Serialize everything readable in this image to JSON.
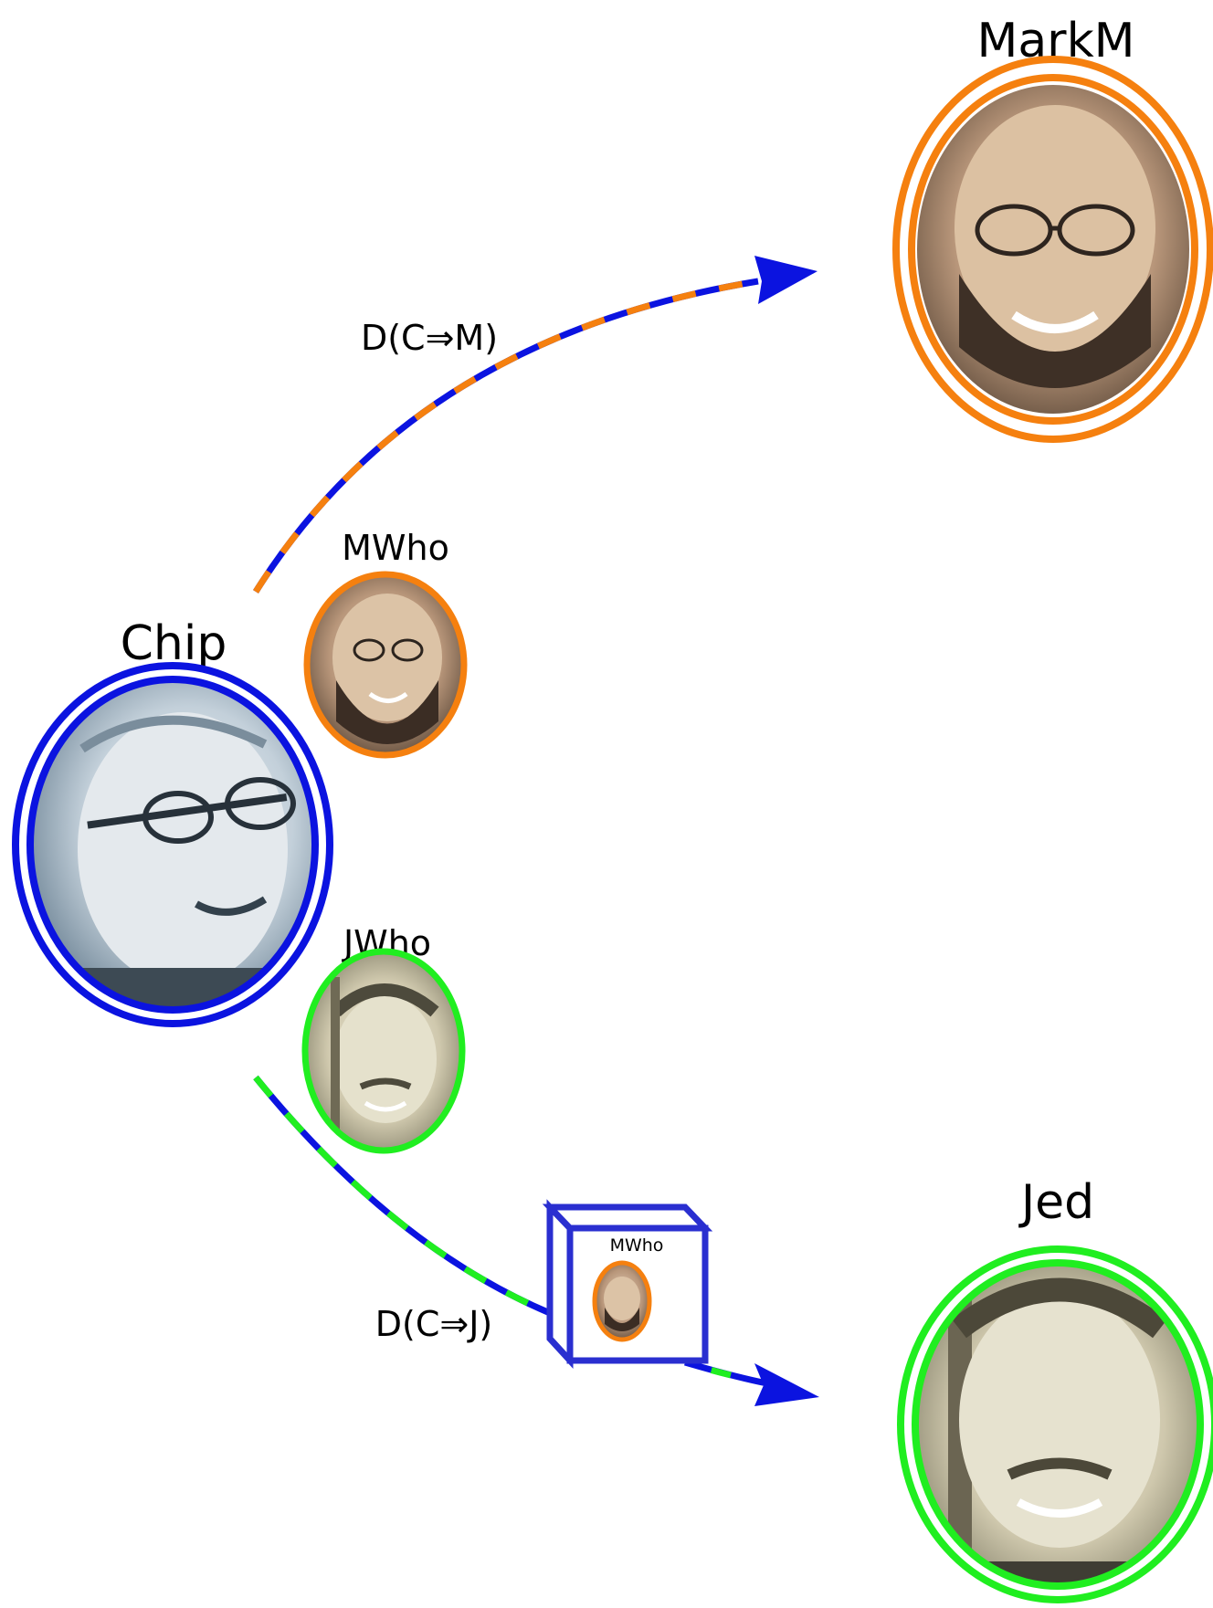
{
  "nodes": {
    "chip": {
      "label": "Chip",
      "ring_color": "#0b13e0"
    },
    "markm": {
      "label": "MarkM",
      "ring_color": "#f5800f"
    },
    "jed": {
      "label": "Jed",
      "ring_color": "#20ee20"
    },
    "mwho": {
      "label": "MWho",
      "ring_color": "#f5800f"
    },
    "jwho": {
      "label": "JWho",
      "ring_color": "#20ee20"
    }
  },
  "edges": {
    "c_to_m": {
      "label": "D(C⇒M)",
      "colors": [
        "#0b13e0",
        "#f5800f"
      ]
    },
    "c_to_j": {
      "label": "D(C⇒J)",
      "colors": [
        "#0b13e0",
        "#20ee20"
      ]
    }
  },
  "package": {
    "label": "MWho",
    "box_color": "#2a2fd0"
  },
  "colors": {
    "blue": "#0b13e0",
    "orange": "#f5800f",
    "green": "#20ee20",
    "chip_photo_bg": "#c9d6df",
    "markm_photo_bg": "#6f5a44",
    "jed_photo_bg": "#d9dcc7"
  }
}
